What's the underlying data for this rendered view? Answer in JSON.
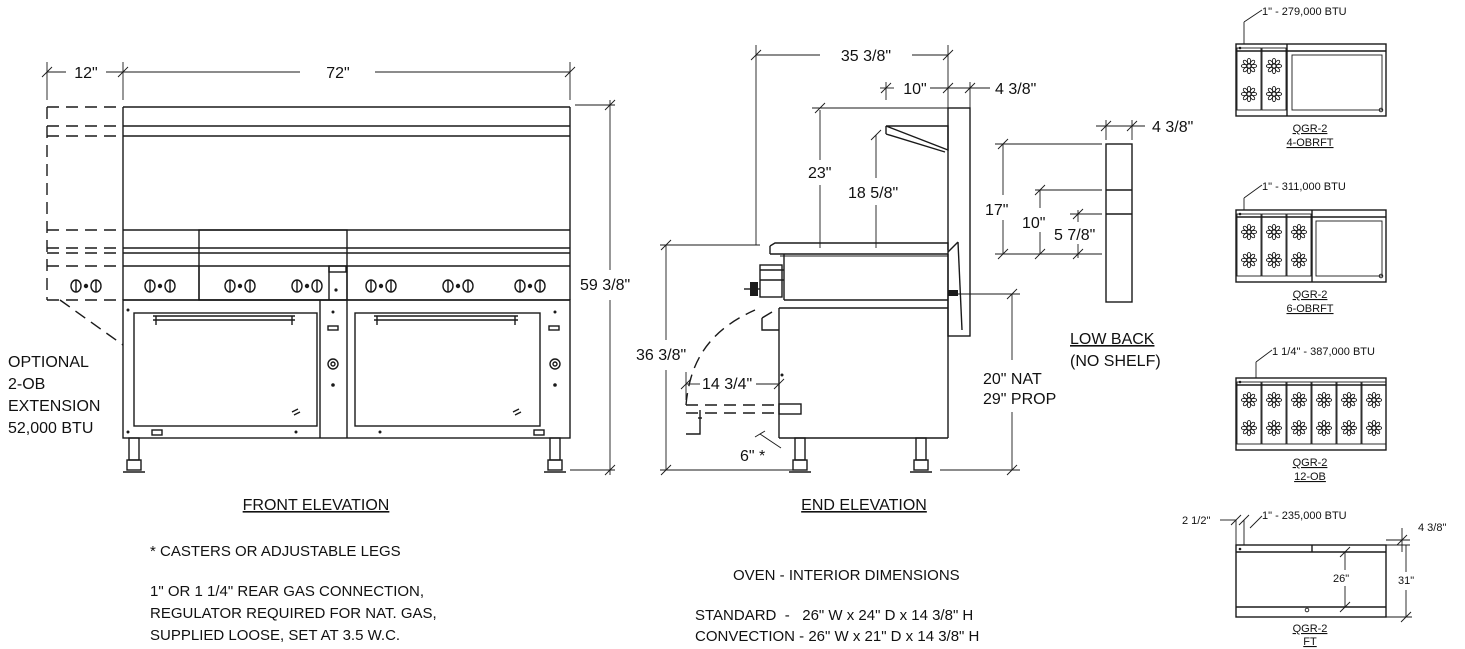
{
  "front": {
    "dim_extension": "12\"",
    "dim_width": "72\"",
    "dim_height": "59 3/8\"",
    "option_lines": [
      "OPTIONAL",
      "2-OB",
      "EXTENSION",
      "52,000 BTU"
    ],
    "title": "FRONT ELEVATION"
  },
  "end": {
    "dim_depth": "35 3/8\"",
    "dim_shelf_depth": "10\"",
    "dim_back": "4 3/8\"",
    "dim_shelf_height": "23\"",
    "dim_shelf_clear": "18 5/8\"",
    "dim_work_height": "36 3/8\"",
    "dim_door": "14 3/4\"",
    "dim_leg": "6\" *",
    "dim_oven_nat": "20\" NAT",
    "dim_oven_prop": "29\" PROP",
    "title": "END ELEVATION"
  },
  "low_back": {
    "dim_depth": "4 3/8\"",
    "dim_total": "17\"",
    "dim_mid": "10\"",
    "dim_low": "5 7/8\"",
    "label_line1": "LOW BACK",
    "label_line2": "(NO SHELF)"
  },
  "notes": {
    "casters": "* CASTERS OR ADJUSTABLE LEGS",
    "gas_lines": [
      "1\" OR 1 1/4\" REAR GAS CONNECTION,",
      "REGULATOR REQUIRED FOR NAT. GAS,",
      "SUPPLIED LOOSE, SET AT 3.5 W.C."
    ],
    "oven_title": "OVEN - INTERIOR DIMENSIONS",
    "oven_standard": "STANDARD  -   26\" W x 24\" D x 14 3/8\" H",
    "oven_convection": "CONVECTION - 26\" W x 21\" D x 14 3/8\" H"
  },
  "models": [
    {
      "btu": "1\" - 279,000 BTU",
      "name": "QGR-2",
      "config": "4-OBRFT"
    },
    {
      "btu": "1\" - 311,000 BTU",
      "name": "QGR-2",
      "config": "6-OBRFT"
    },
    {
      "btu": "1 1/4\" - 387,000 BTU",
      "name": "QGR-2",
      "config": "12-OB"
    },
    {
      "btu": "1\" - 235,000 BTU",
      "name": "QGR-2",
      "config": "FT",
      "dim_left": "2 1/2\"",
      "dim_right": "4 3/8\"",
      "dim_inner": "26\"",
      "dim_outer": "31\""
    }
  ]
}
